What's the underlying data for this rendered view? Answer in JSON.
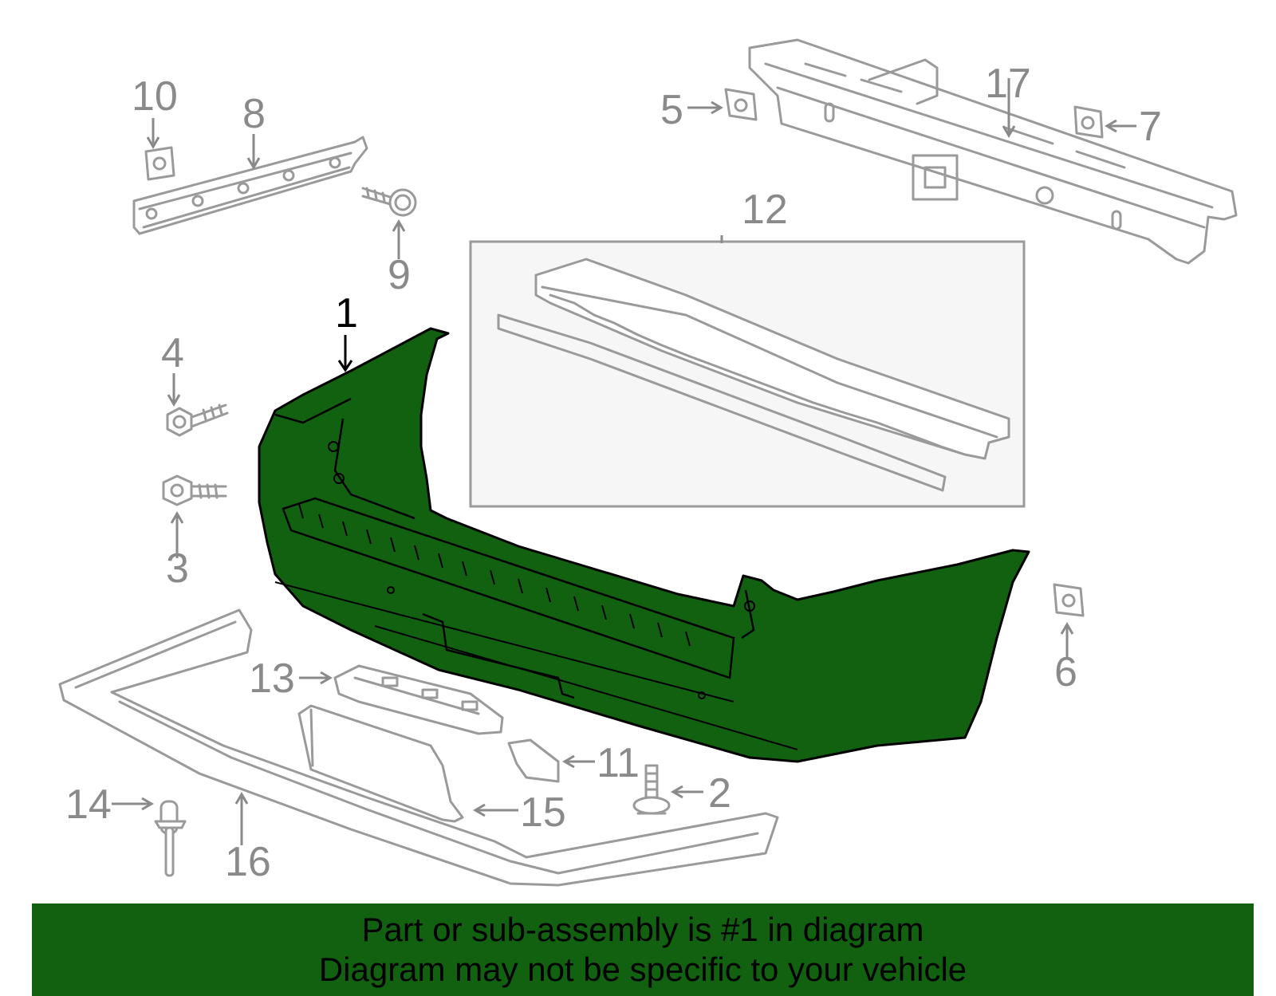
{
  "callouts": {
    "c1": "1",
    "c2": "2",
    "c3": "3",
    "c4": "4",
    "c5": "5",
    "c6": "6",
    "c7": "7",
    "c8": "8",
    "c9": "9",
    "c10": "10",
    "c11": "11",
    "c12": "12",
    "c13": "13",
    "c14": "14",
    "c15": "15",
    "c16": "16",
    "c17": "17"
  },
  "colors": {
    "highlight": "#116111",
    "part_outline": "#9a9a9a",
    "callout_text": "#8a8a8a",
    "inset_background": "#f6f6f6"
  },
  "footer": {
    "line1": "Part or sub-assembly is #1 in diagram",
    "line2": "Diagram may not be specific to your vehicle"
  }
}
